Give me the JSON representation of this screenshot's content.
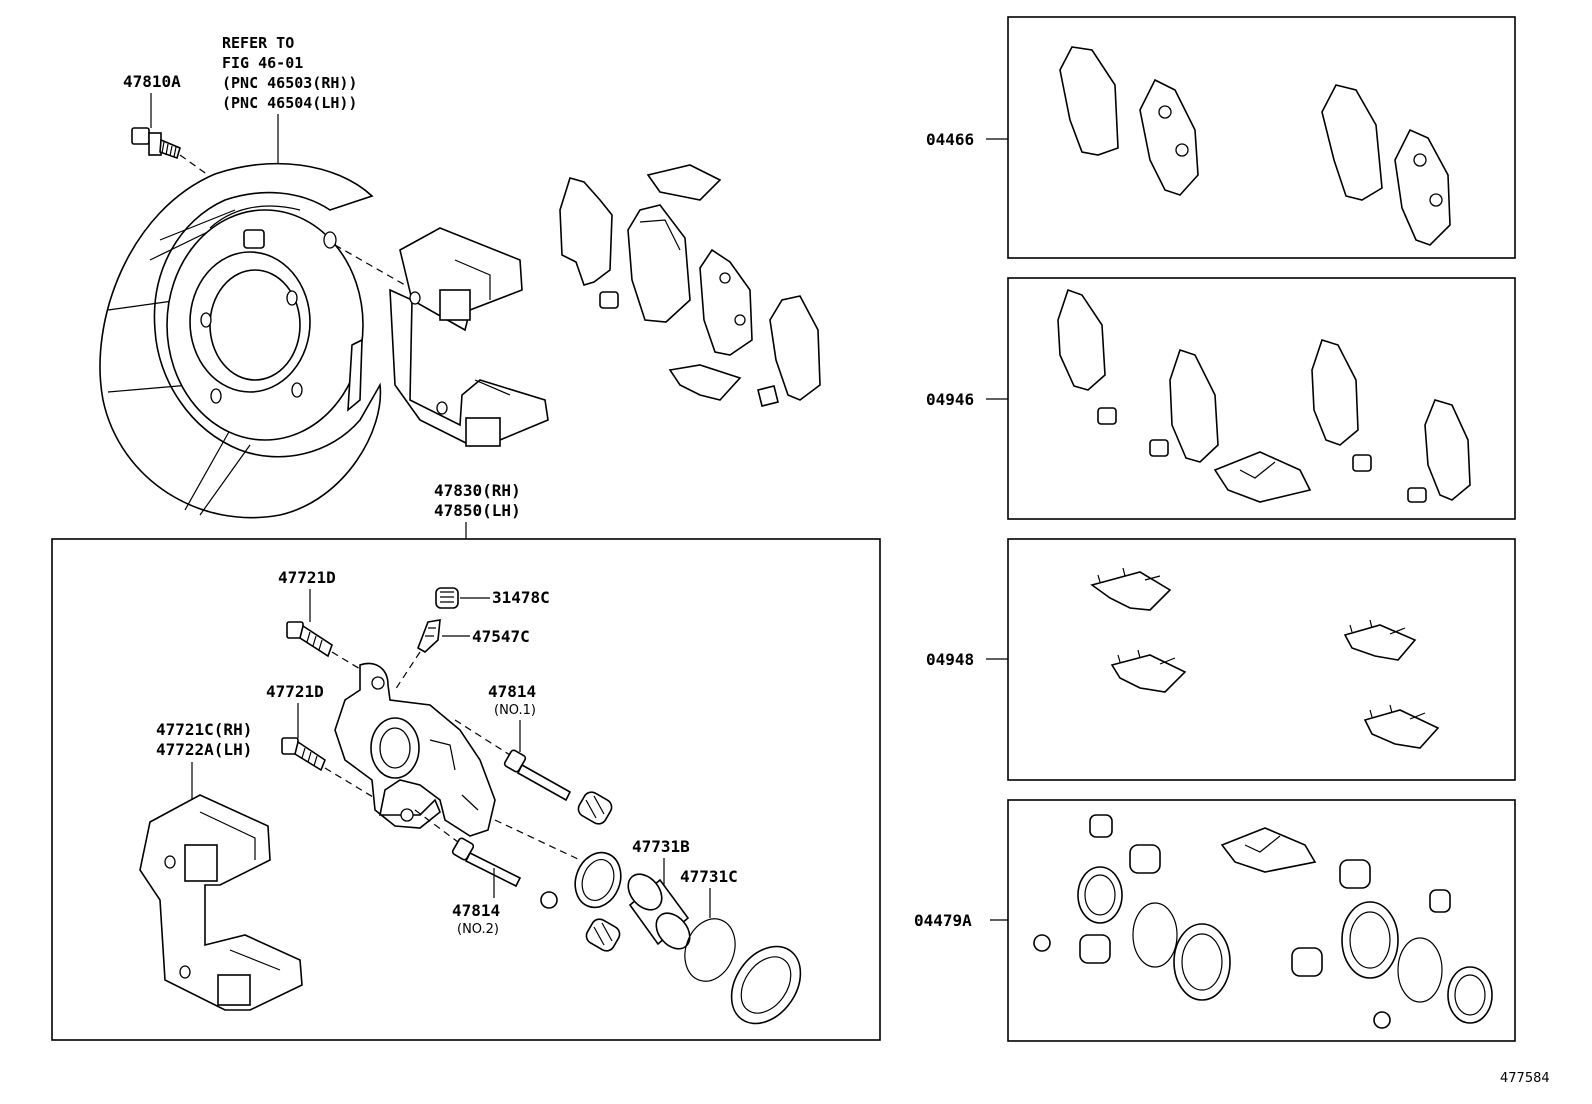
{
  "diagram": {
    "figure_number": "477584",
    "reference_note": {
      "line1": "REFER TO",
      "line2": "FIG 46-01",
      "line3": "(PNC 46503(RH))",
      "line4": "(PNC 46504(LH))"
    },
    "labels": {
      "bolt_top": "47810A",
      "assembly_rh": "47830(RH)",
      "assembly_lh": "47850(LH)",
      "bolt_a": "47721D",
      "bolt_b": "47721D",
      "mount_rh": "47721C(RH)",
      "mount_lh": "47722A(LH)",
      "bleeder_cap": "31478C",
      "bleeder_plug": "47547C",
      "pin_no1": "47814",
      "pin_no1_note": "(NO.1)",
      "pin_no2": "47814",
      "pin_no2_note": "(NO.2)",
      "piston": "47731B",
      "piston_seal": "47731C",
      "kit_pads": "04466",
      "kit_shims": "04946",
      "kit_clips": "04948",
      "kit_seals": "04479A"
    }
  }
}
